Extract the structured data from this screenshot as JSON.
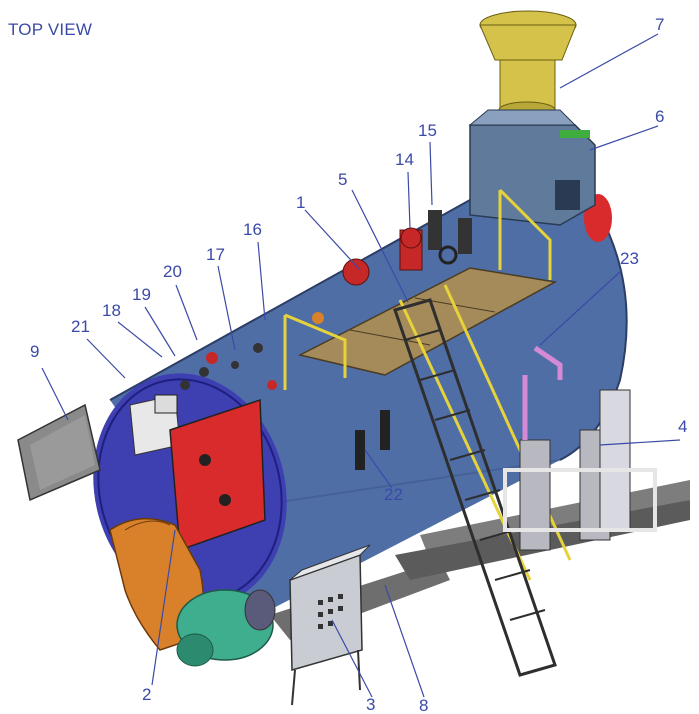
{
  "title": "TOP VIEW",
  "colors": {
    "label": "#3b4aa6",
    "shell": "#4f6ea6",
    "shell_dark": "#3d5688",
    "front_plate": "#3e3fb0",
    "door": "#d92b2b",
    "burner": "#d9812a",
    "fan": "#3fae8f",
    "chimney": "#d4c24a",
    "economizer": "#5f7a9b",
    "handrail": "#e6d23a",
    "platform": "#a58a5a",
    "pipe": "#d48ad4",
    "frame": "#6e6e6e",
    "panel": "#c9ccd2"
  },
  "callouts": [
    {
      "id": "1",
      "text": "1"
    },
    {
      "id": "2",
      "text": "2"
    },
    {
      "id": "3",
      "text": "3"
    },
    {
      "id": "4",
      "text": "4"
    },
    {
      "id": "5",
      "text": "5"
    },
    {
      "id": "6",
      "text": "6"
    },
    {
      "id": "7",
      "text": "7"
    },
    {
      "id": "8",
      "text": "8"
    },
    {
      "id": "9",
      "text": "9"
    },
    {
      "id": "14",
      "text": "14"
    },
    {
      "id": "15",
      "text": "15"
    },
    {
      "id": "16",
      "text": "16"
    },
    {
      "id": "17",
      "text": "17"
    },
    {
      "id": "18",
      "text": "18"
    },
    {
      "id": "19",
      "text": "19"
    },
    {
      "id": "20",
      "text": "20"
    },
    {
      "id": "21",
      "text": "21"
    },
    {
      "id": "22",
      "text": "22"
    },
    {
      "id": "23",
      "text": "23"
    }
  ]
}
